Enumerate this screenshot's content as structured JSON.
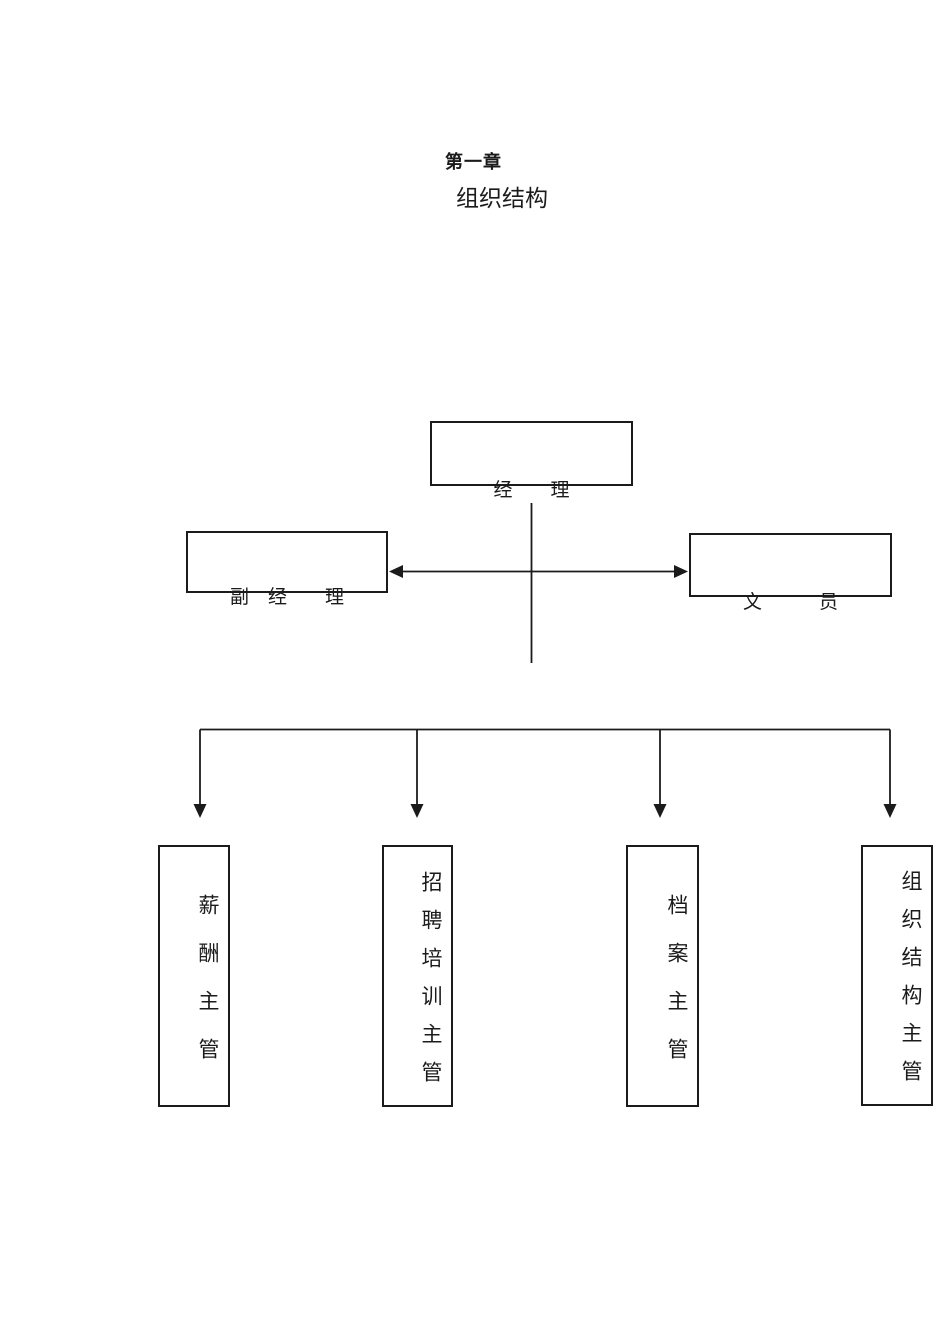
{
  "document": {
    "chapter_label": "第一章",
    "title": "组织结构"
  },
  "org_chart": {
    "nodes": {
      "manager": "经　　理",
      "deputy_manager": "副　经　　理",
      "clerk": "文　　　员"
    },
    "supervisors": [
      {
        "label": "薪酬主管"
      },
      {
        "label": "招聘培训主管"
      },
      {
        "label": "档案主管"
      },
      {
        "label": "组织结构主管"
      }
    ],
    "relations": {
      "manager_to_subordinates": "vertical-line",
      "deputy_clerk": "double-headed-arrow",
      "tree_to_supervisors": "down-arrows"
    }
  },
  "colors": {
    "ink": "#1b1b1b",
    "background": "#ffffff"
  }
}
